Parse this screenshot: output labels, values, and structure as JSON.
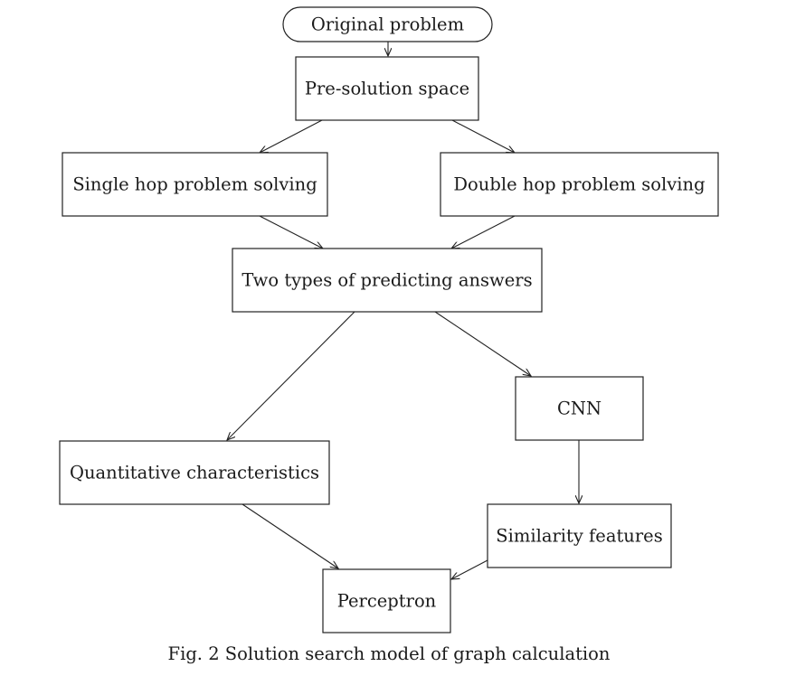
{
  "diagram": {
    "nodes": [
      {
        "id": "original",
        "label": "Original problem",
        "shape": "rounded"
      },
      {
        "id": "presolution",
        "label": "Pre-solution space",
        "shape": "rect"
      },
      {
        "id": "singlehop",
        "label": "Single hop problem solving",
        "shape": "rect"
      },
      {
        "id": "doublehop",
        "label": "Double hop problem solving",
        "shape": "rect"
      },
      {
        "id": "twotypes",
        "label": "Two types of predicting answers",
        "shape": "rect"
      },
      {
        "id": "cnn",
        "label": "CNN",
        "shape": "rect"
      },
      {
        "id": "quantitative",
        "label": "Quantitative characteristics",
        "shape": "rect"
      },
      {
        "id": "similarity",
        "label": "Similarity features",
        "shape": "rect"
      },
      {
        "id": "perceptron",
        "label": "Perceptron",
        "shape": "rect"
      }
    ],
    "edges": [
      {
        "from": "original",
        "to": "presolution"
      },
      {
        "from": "presolution",
        "to": "singlehop"
      },
      {
        "from": "presolution",
        "to": "doublehop"
      },
      {
        "from": "singlehop",
        "to": "twotypes"
      },
      {
        "from": "doublehop",
        "to": "twotypes"
      },
      {
        "from": "twotypes",
        "to": "quantitative"
      },
      {
        "from": "twotypes",
        "to": "cnn"
      },
      {
        "from": "cnn",
        "to": "similarity"
      },
      {
        "from": "quantitative",
        "to": "perceptron"
      },
      {
        "from": "similarity",
        "to": "perceptron"
      }
    ],
    "caption": "Fig. 2 Solution search model of graph calculation"
  }
}
